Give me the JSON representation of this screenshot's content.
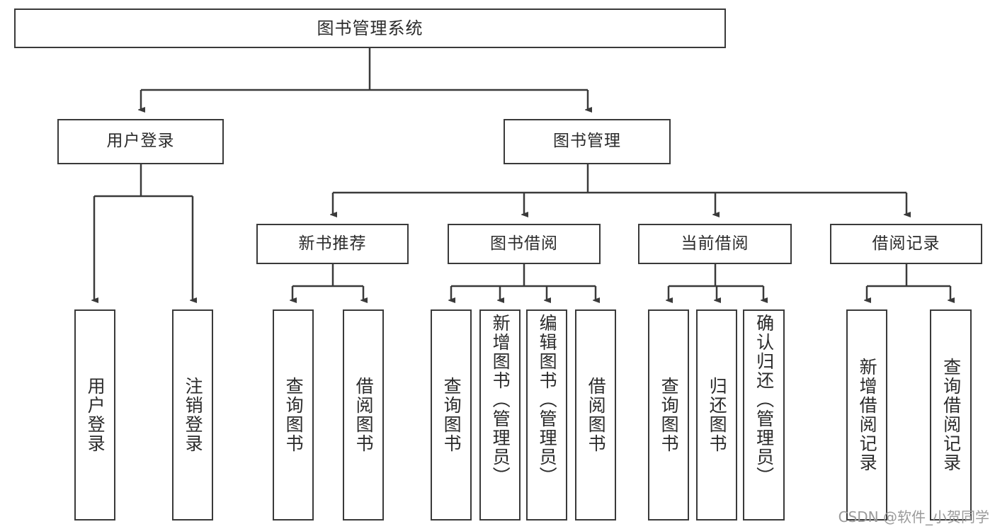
{
  "diagram": {
    "title": "图书管理系统",
    "type": "function-tree",
    "watermark": "CSDN @软件_小贺同学",
    "colors": {
      "box_border": "#3a3a3a",
      "box_fill": "#ffffff",
      "connector": "#3a3a3a",
      "text": "#2b2b2b",
      "watermark": "#9a9a9a",
      "background": "#ffffff"
    },
    "root": {
      "label": "图书管理系统"
    },
    "level2": [
      {
        "label": "用户登录"
      },
      {
        "label": "图书管理"
      }
    ],
    "level3": [
      {
        "label": "新书推荐"
      },
      {
        "label": "图书借阅"
      },
      {
        "label": "当前借阅"
      },
      {
        "label": "借阅记录"
      }
    ],
    "leaves": {
      "user_login": [
        {
          "label": "用户登录"
        },
        {
          "label": "注销登录"
        }
      ],
      "new_book_recommend": [
        {
          "label": "查询图书"
        },
        {
          "label": "借阅图书"
        }
      ],
      "book_borrow": [
        {
          "label": "查询图书"
        },
        {
          "label": "新增图书（管理员）"
        },
        {
          "label": "编辑图书（管理员）"
        },
        {
          "label": "借阅图书"
        }
      ],
      "current_borrow": [
        {
          "label": "查询图书"
        },
        {
          "label": "归还图书"
        },
        {
          "label": "确认归还（管理员）"
        }
      ],
      "borrow_record": [
        {
          "label": "新增借阅记录"
        },
        {
          "label": "查询借阅记录"
        }
      ]
    }
  }
}
